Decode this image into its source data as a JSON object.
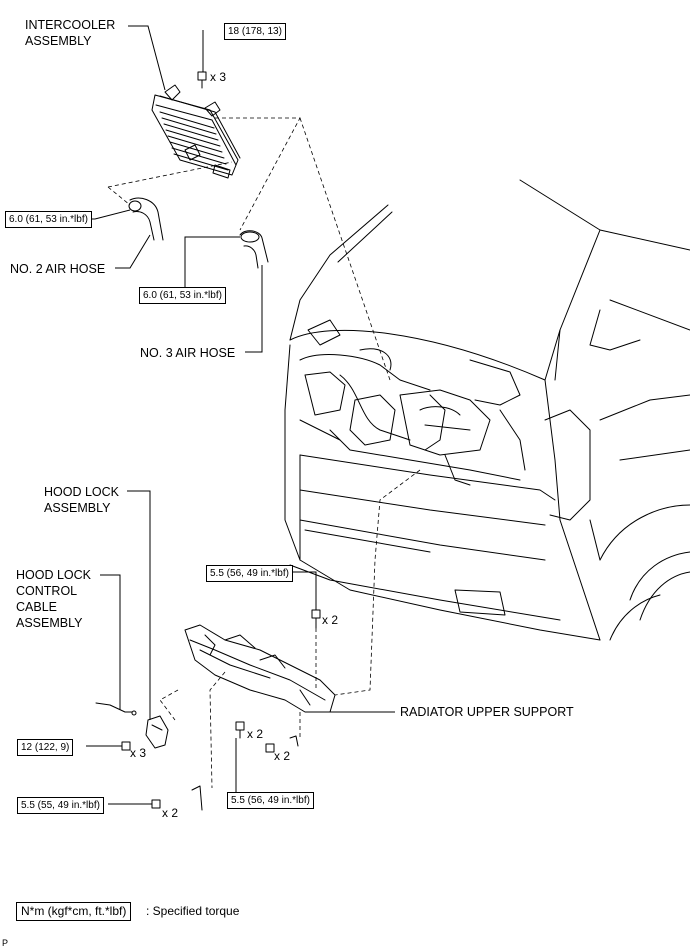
{
  "parts": {
    "intercooler": "INTERCOOLER\nASSEMBLY",
    "no2_hose": "NO. 2 AIR HOSE",
    "no3_hose": "NO. 3 AIR HOSE",
    "hood_lock": "HOOD LOCK\nASSEMBLY",
    "hood_lock_cable": "HOOD LOCK\nCONTROL\nCABLE\nASSEMBLY",
    "radiator_support": "RADIATOR UPPER SUPPORT"
  },
  "torques": {
    "intercooler_bolt": "18 (178, 13)",
    "no2_hose_clamp": "6.0 (61, 53 in.*lbf)",
    "no3_hose_clamp": "6.0 (61, 53 in.*lbf)",
    "support_bolt_upper": "5.5 (56, 49 in.*lbf)",
    "hood_lock_bolt": "12 (122, 9)",
    "support_bolt_lower_left": "5.5 (55, 49 in.*lbf)",
    "support_bolt_lower_right": "5.5 (56, 49 in.*lbf)"
  },
  "quantities": {
    "intercooler_bolt": "x 3",
    "support_bolt_upper": "x 2",
    "support_bolt_mid": "x 2",
    "support_bolt_small": "x 2",
    "hood_lock_bolt": "x 3",
    "support_bolt_lower_left": "x 2"
  },
  "legend": {
    "unit": "N*m (kgf*cm, ft.*lbf)",
    "description": ": Specified torque"
  },
  "corner_mark": "P"
}
